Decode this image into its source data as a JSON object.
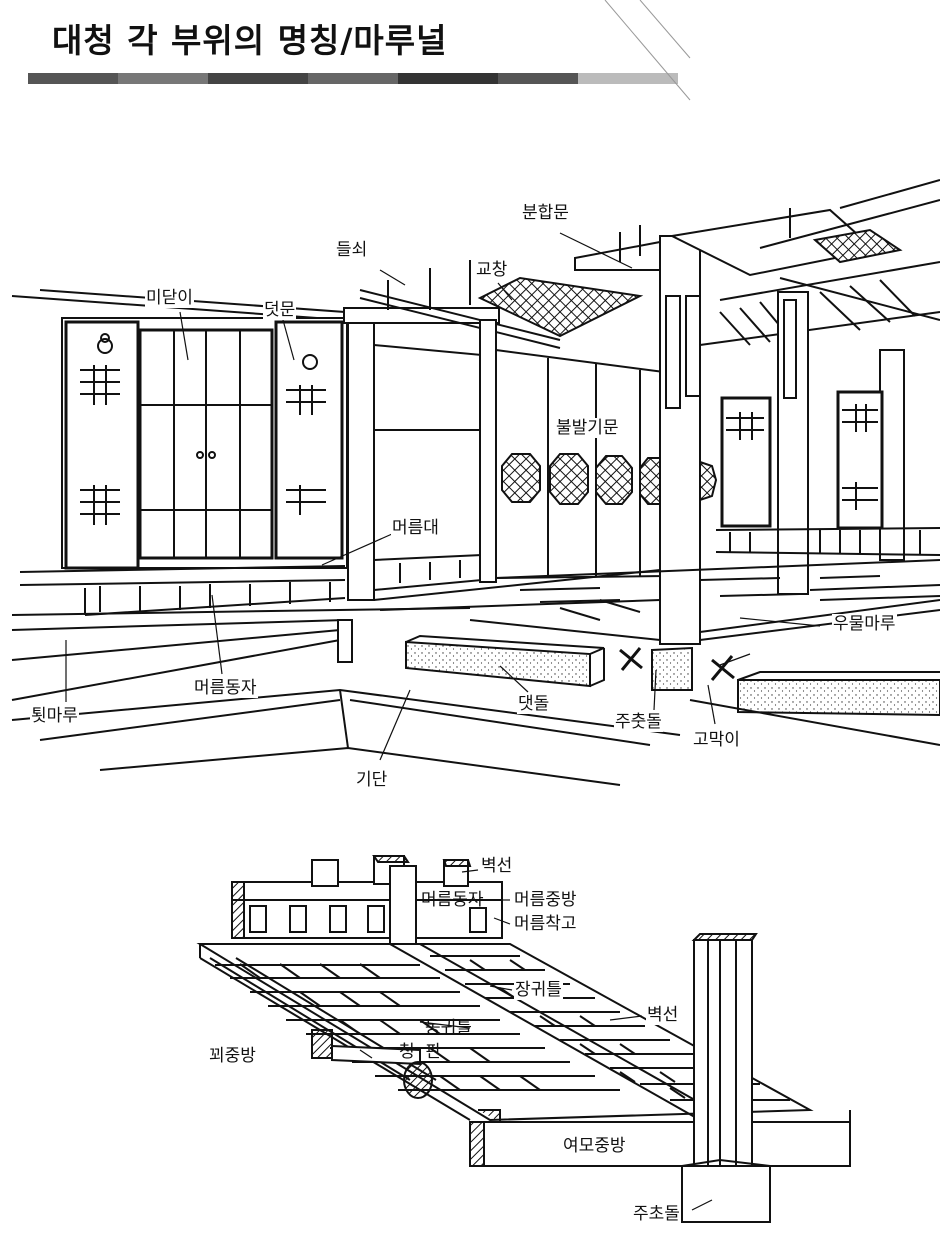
{
  "title": "대청 각 부위의 명칭/마루널",
  "labels": {
    "top": {
      "bunhapmun": "분합문",
      "deulsoe": "들쇠",
      "gyochang": "교창",
      "midadi": "미닫이",
      "deotmun": "덧문",
      "bulbalgimun": "불발기문",
      "meoreumdae": "머름대",
      "umulmaru": "우물마루",
      "meoreumdongja": "머름동자",
      "twitmaru": "툇마루",
      "daetdol": "댓돌",
      "jucutdol": "주춧돌",
      "gomagi": "고막이",
      "gidan": "기단"
    },
    "bottom": {
      "byeokseon_top": "벽선",
      "meoreumdongja": "머름동자",
      "meoreumjungbang": "머름중방",
      "meoreumchakgo": "머름착고",
      "janggwiteul": "장귀틀",
      "byeokseon_right": "벽선",
      "donggwiteul": "동귀틀",
      "kkoejungbang": "꾀중방",
      "cheongpan": "청  판",
      "yeomojungbang": "여모중방",
      "juchodol": "주초돌"
    }
  }
}
